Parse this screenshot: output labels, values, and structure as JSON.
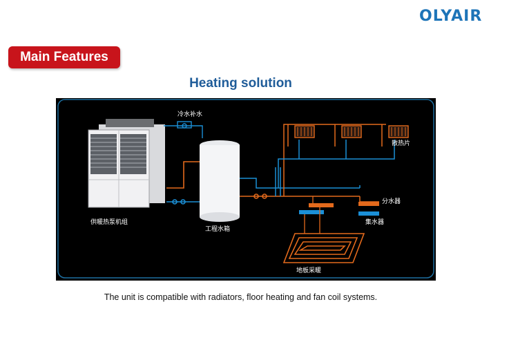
{
  "brand": {
    "logo_text": "OLYAIR",
    "color": "#1d74b8"
  },
  "section_badge": {
    "label": "Main Features",
    "color": "#c8141b"
  },
  "title": "Heating solution",
  "diagram": {
    "labels": {
      "makeup_water": "冷水补水",
      "heat_pump": "供暖热泵机组",
      "water_tank": "工程水箱",
      "radiator": "散热片",
      "distributor": "分水器",
      "collector": "集水器",
      "floor_heating": "地板采暖"
    },
    "colors": {
      "hot_pipe": "#e46a1c",
      "cold_pipe": "#1b8fd6",
      "frame": "#1e6fa0"
    }
  },
  "caption": "The unit is compatible with radiators, floor heating and fan coil systems."
}
